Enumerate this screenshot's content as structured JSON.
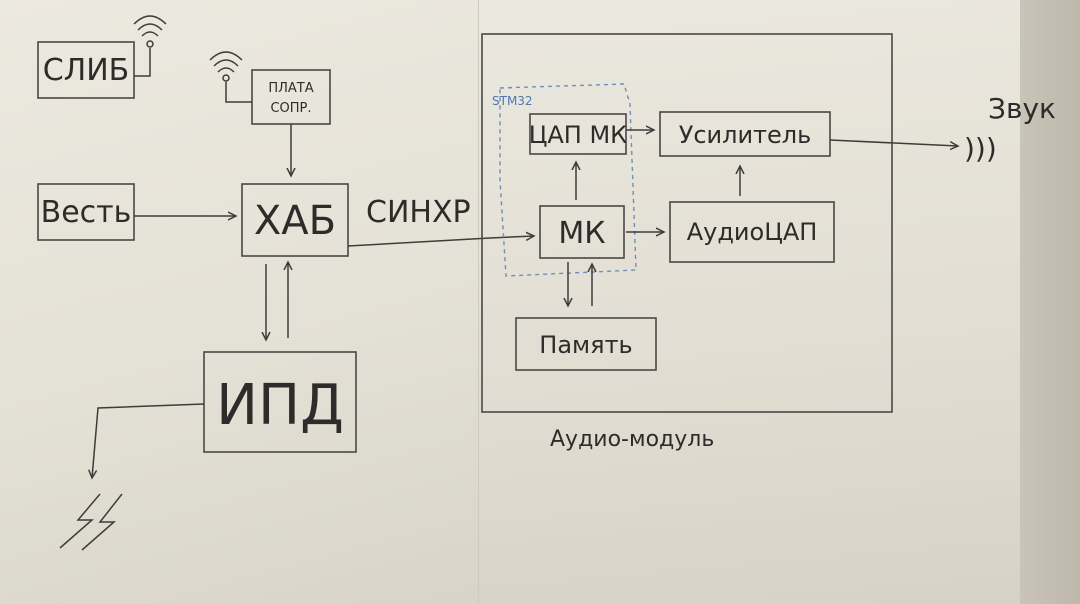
{
  "labels": {
    "slib": "СЛИБ",
    "plata": "ПЛАТА",
    "sopr": "СОПР.",
    "vest": "Весть",
    "hub": "ХАБ",
    "sinhr": "СИНХР",
    "ipd": "ИПД",
    "stm": "STM32",
    "cap_mk": "ЦАП МК",
    "usilitel": "Усилитель",
    "mk": "МК",
    "audiocap": "АудиоЦАП",
    "pamyat": "Память",
    "audiomodul": "Аудио-модуль",
    "zvuk": "Звук",
    "sound_waves": ")))"
  },
  "icons": {
    "antenna": "wifi-antenna-icon",
    "lightning": "lightning-icon"
  },
  "colors": {
    "ink": "#2e2c2a",
    "stm_outline": "#6e8fb8"
  }
}
